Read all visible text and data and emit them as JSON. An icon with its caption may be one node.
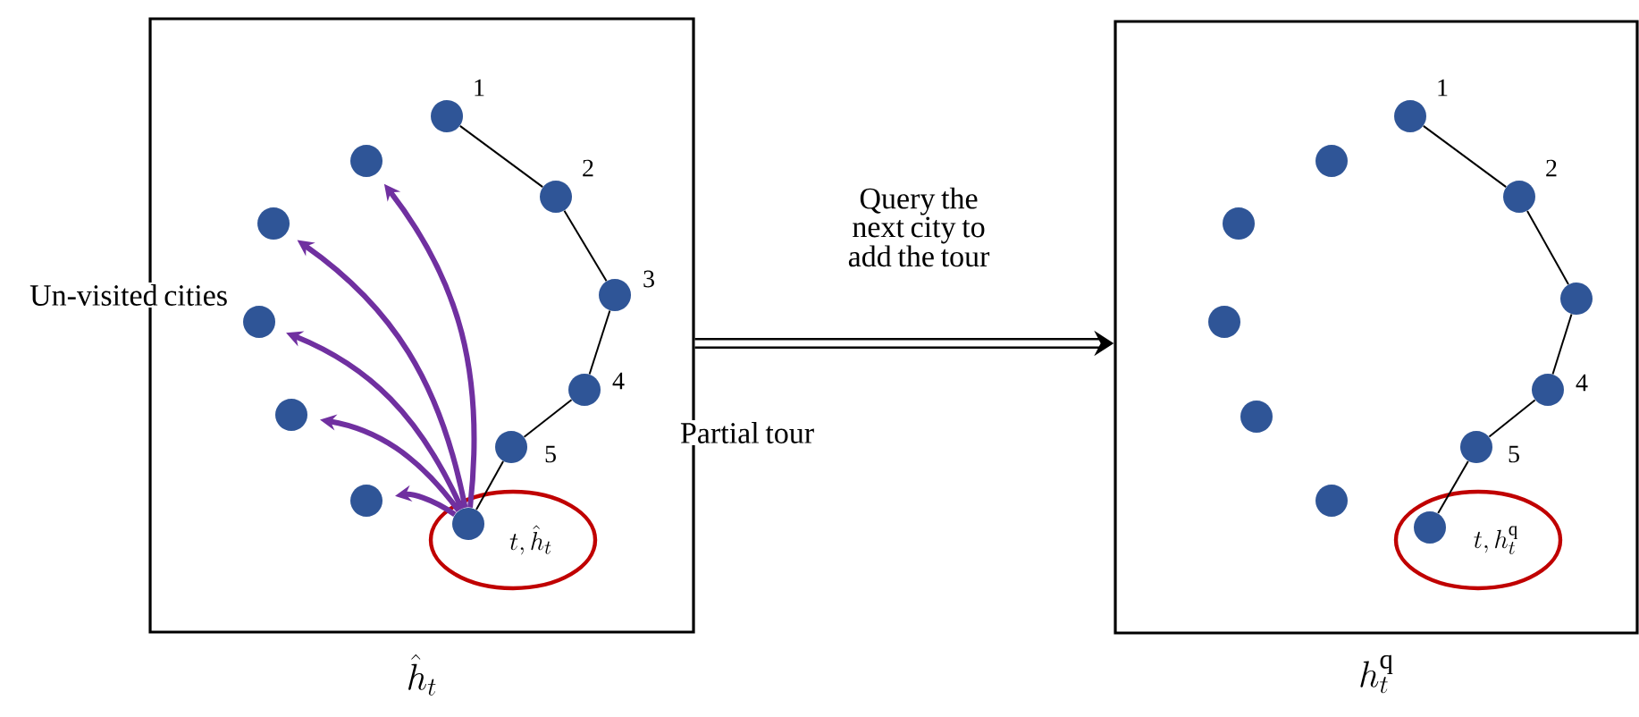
{
  "diagram": {
    "nodes": [
      {
        "text": [],
        "shape": "box",
        "beside": [
          "\\hat{h}_t"
        ]
      },
      {
        "text": [],
        "shape": "circle",
        "in": 0,
        "beside": [
          "1"
        ]
      },
      {
        "text": [],
        "shape": "circle",
        "in": 0,
        "beside": [
          "2"
        ]
      },
      {
        "text": [],
        "shape": "circle",
        "in": 0,
        "beside": [
          "3"
        ]
      },
      {
        "text": [],
        "shape": "circle",
        "in": 0,
        "beside": [
          "4"
        ]
      },
      {
        "text": [],
        "shape": "circle",
        "in": 0,
        "beside": [
          "5"
        ]
      },
      {
        "text": [
          "t, \\hat{h}_t"
        ],
        "in": 0
      },
      {
        "text": [],
        "shape": "circle",
        "in": 6
      },
      {
        "text": [],
        "shape": "circle",
        "in": 0
      },
      {
        "text": [],
        "shape": "circle",
        "in": 0
      },
      {
        "text": [],
        "shape": "circle",
        "in": 0
      },
      {
        "text": [],
        "shape": "circle",
        "in": 0
      },
      {
        "text": [],
        "shape": "circle",
        "in": 0
      },
      {
        "text": [],
        "shape": "box",
        "beside": [
          "h_t^{\\mathrm{q}}"
        ]
      },
      {
        "text": [],
        "shape": "circle",
        "in": 13,
        "beside": [
          "1"
        ]
      },
      {
        "text": [],
        "shape": "circle",
        "in": 13,
        "beside": [
          "2"
        ]
      },
      {
        "text": [],
        "shape": "circle",
        "in": 13
      },
      {
        "text": [],
        "shape": "circle",
        "in": 13,
        "beside": [
          "4"
        ]
      },
      {
        "text": [],
        "shape": "circle",
        "in": 13,
        "beside": [
          "5"
        ]
      },
      {
        "text": [
          "t, h_t^{\\mathrm{q}}"
        ],
        "in": 13
      },
      {
        "text": [],
        "shape": "circle",
        "in": 19
      },
      {
        "text": [],
        "shape": "circle",
        "in": 13
      },
      {
        "text": [],
        "shape": "circle",
        "in": 13
      },
      {
        "text": [],
        "shape": "circle",
        "in": 13
      },
      {
        "text": [],
        "shape": "circle",
        "in": 13
      },
      {
        "text": [],
        "shape": "circle",
        "in": 13
      }
    ],
    "edges": [
      {
        "from": 1,
        "to": 2,
        "arrow": "none"
      },
      {
        "from": 2,
        "to": 3,
        "arrow": "none"
      },
      {
        "from": 3,
        "to": 4,
        "arrow": "none"
      },
      {
        "from": 4,
        "to": 5,
        "arrow": "none"
      },
      {
        "from": 5,
        "to": 7,
        "arrow": "none"
      },
      {
        "from": 7,
        "to": 8,
        "arrow": "to",
        "style": "thick",
        "color": "#7030a0"
      },
      {
        "from": 7,
        "to": 9,
        "arrow": "to",
        "style": "thick",
        "color": "#7030a0"
      },
      {
        "from": 7,
        "to": 10,
        "arrow": "to",
        "style": "thick",
        "color": "#7030a0"
      },
      {
        "from": 7,
        "to": 11,
        "arrow": "to",
        "style": "thick",
        "color": "#7030a0"
      },
      {
        "from": 7,
        "to": 12,
        "arrow": "to",
        "style": "thick",
        "color": "#7030a0"
      },
      {
        "from": 0,
        "to": 13,
        "arrow": "to",
        "style": "thick"
      },
      {
        "from": 14,
        "to": 15,
        "arrow": "none"
      },
      {
        "from": 15,
        "to": 16,
        "arrow": "none"
      },
      {
        "from": 16,
        "to": 17,
        "arrow": "none"
      },
      {
        "from": 17,
        "to": 18,
        "arrow": "none"
      },
      {
        "from": 18,
        "to": 20,
        "arrow": "none"
      }
    ],
    "labels": [
      "Un-visited cities",
      "Query the next city to add the tour",
      "Partial tour"
    ]
  }
}
